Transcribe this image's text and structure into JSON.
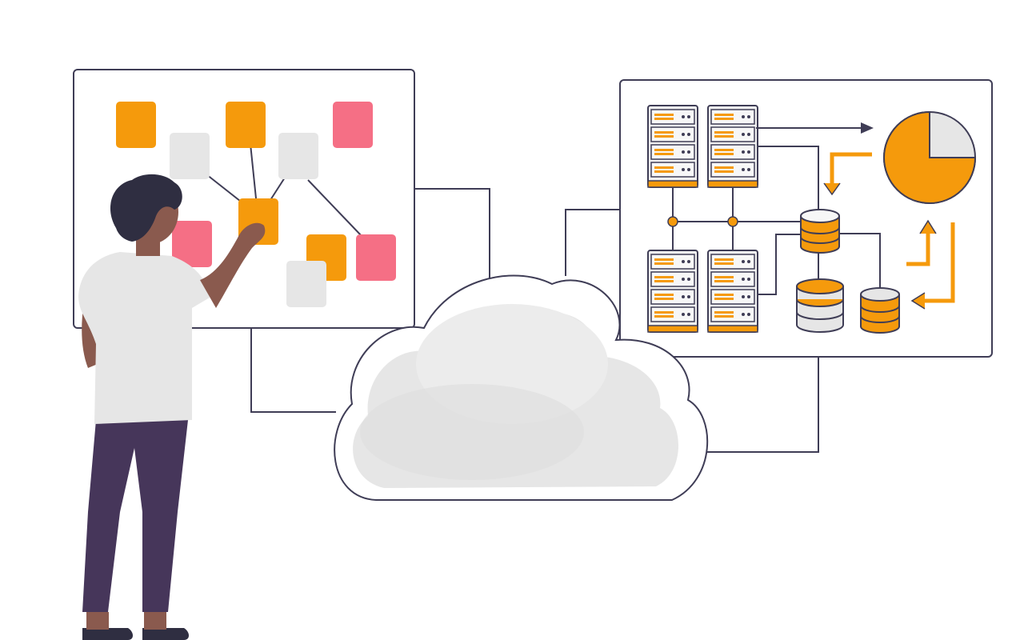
{
  "palette": {
    "orange": "#f59a0c",
    "pink": "#f56f85",
    "gray_note": "#e6e6e6",
    "ink": "#2f2e41",
    "cloud": "#e5e5e5",
    "skin": "#8a5a4e",
    "hair": "#2f2e41",
    "shirt": "#e6e6e6",
    "pants": "#46365a",
    "panel_border": "#3f3d56"
  },
  "illustration": {
    "subject": "person-arranging-sticky-notes",
    "left_panel": {
      "notes": [
        {
          "color": "orange"
        },
        {
          "color": "orange"
        },
        {
          "color": "pink"
        },
        {
          "color": "gray"
        },
        {
          "color": "gray"
        },
        {
          "color": "orange"
        },
        {
          "color": "pink"
        },
        {
          "color": "orange"
        },
        {
          "color": "pink"
        },
        {
          "color": "gray"
        }
      ]
    },
    "right_panel": {
      "server_racks": 4,
      "databases": 3,
      "pie_chart": {
        "highlighted_fraction": 0.75
      }
    },
    "icons": [
      "cloud-icon",
      "server-icon",
      "database-icon",
      "pie-chart-icon",
      "arrow-icon"
    ]
  }
}
